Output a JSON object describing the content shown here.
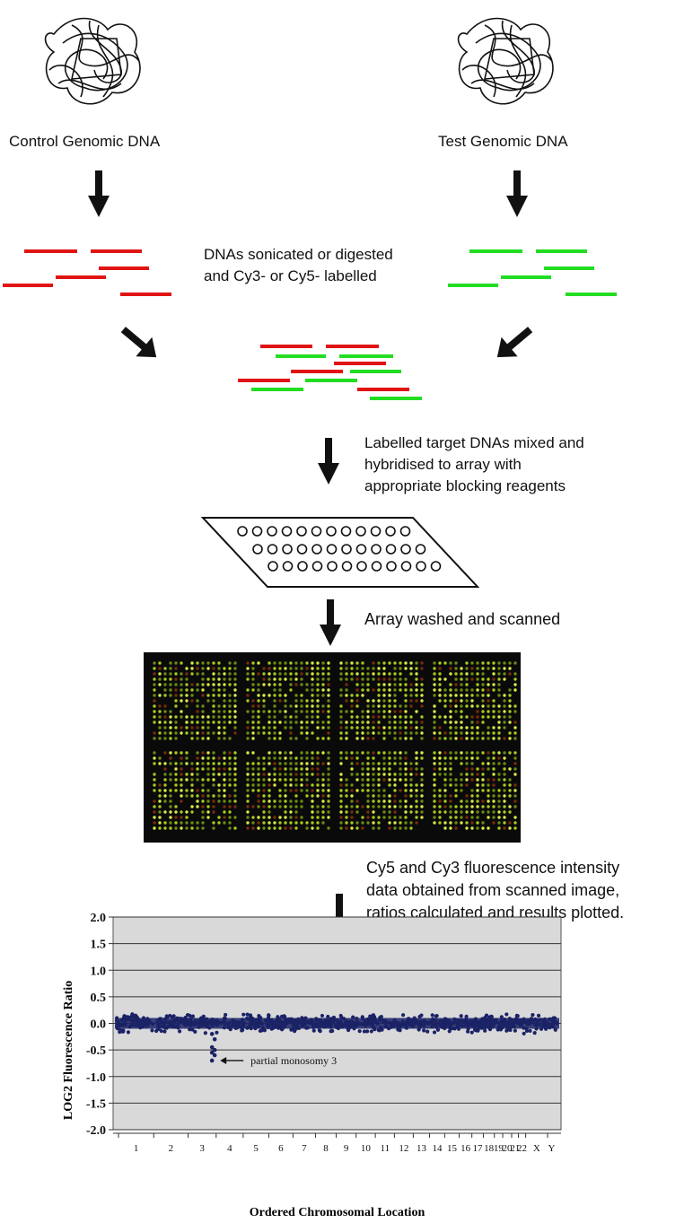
{
  "control": {
    "label": "Control Genomic DNA"
  },
  "test": {
    "label": "Test Genomic DNA"
  },
  "steps": {
    "sonication": [
      "DNAs sonicated or digested",
      "and Cy3- or Cy5- labelled"
    ],
    "hybridisation": [
      "Labelled target DNAs mixed and",
      "hybridised to array with",
      "appropriate blocking reagents"
    ],
    "scan": "Array washed and scanned",
    "analysis": [
      "Cy5 and Cy3 fluorescence intensity",
      "data obtained from scanned image,",
      "ratios calculated and results plotted."
    ]
  },
  "colors": {
    "cy5": "#e01414",
    "cy3": "#22dd22",
    "arrow": "#111111",
    "plot_bg": "#d9d9d9",
    "points": "#1b2366"
  },
  "chart_data": {
    "type": "scatter",
    "ylabel": "LOG2 Fluorescence Ratio",
    "xlabel": "Ordered Chromosomal Location",
    "ylim": [
      -2.0,
      2.0
    ],
    "yticks": [
      "2.0",
      "1.5",
      "1.0",
      "0.5",
      "0.0",
      "-0.5",
      "-1.0",
      "-1.5",
      "-2.0"
    ],
    "xtick_labels": [
      "1",
      "2",
      "3",
      "4",
      "5",
      "6",
      "7",
      "8",
      "9",
      "10",
      "11",
      "12",
      "13",
      "14",
      "15",
      "16",
      "17",
      "18",
      "19",
      "20",
      "21",
      "22",
      "X",
      "Y"
    ],
    "grid": true,
    "baseline": 0.0,
    "annotation": {
      "text": "partial monosomy 3",
      "x_label": "3",
      "y": -0.7
    },
    "outlier_points": [
      -0.2,
      -0.3,
      -0.45,
      -0.5,
      -0.55,
      -0.6,
      -0.7
    ]
  }
}
